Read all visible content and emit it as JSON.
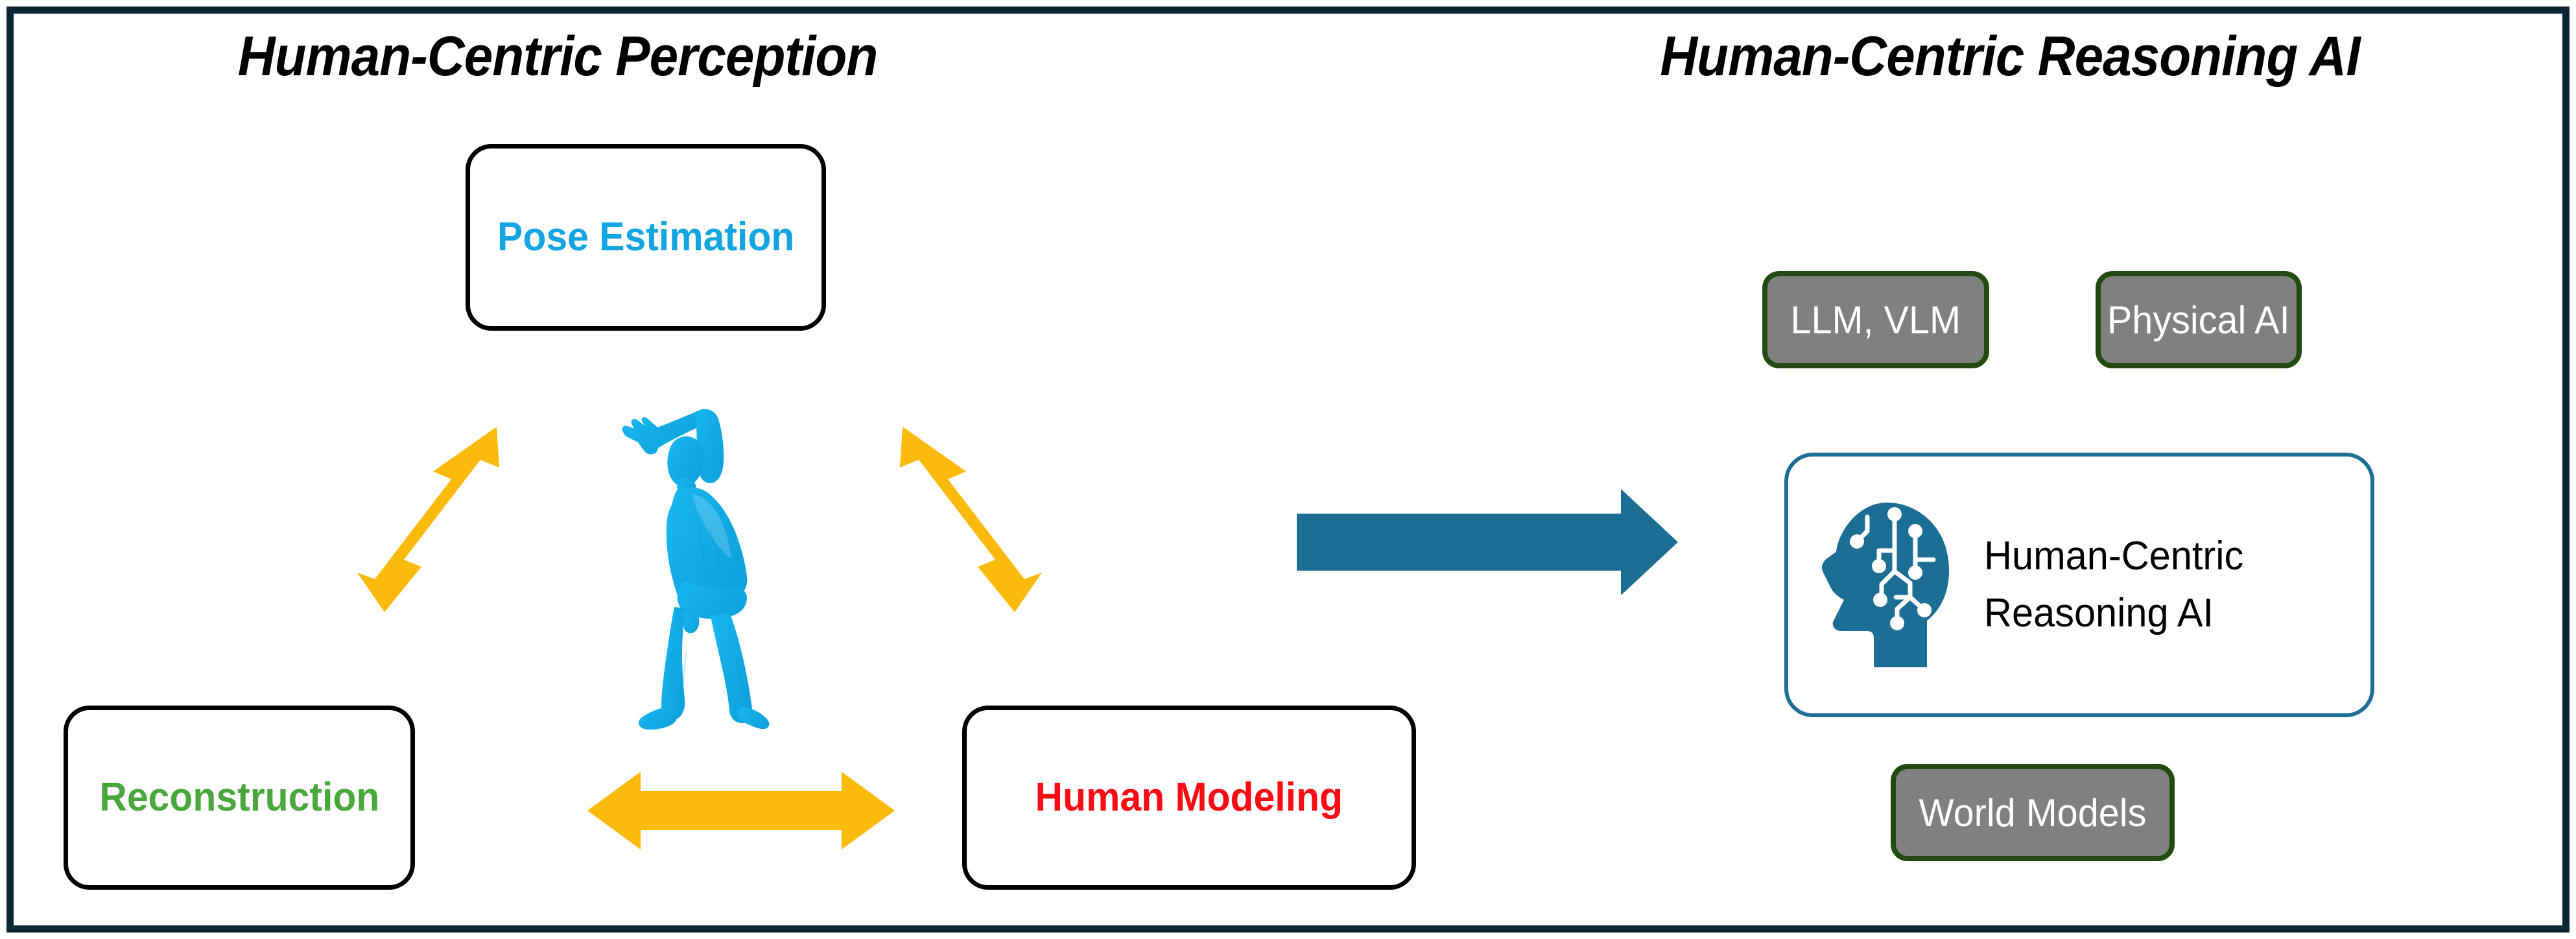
{
  "figure": {
    "frame_color": "#0c2734",
    "background": "#ffffff"
  },
  "left_section": {
    "title": "Human-Centric Perception",
    "boxes": [
      {
        "label": "Pose Estimation",
        "color": "#12a5e2",
        "name": "pose-estimation"
      },
      {
        "label": "Reconstruction",
        "color": "#4aa73c",
        "name": "reconstruction"
      },
      {
        "label": "Human Modeling",
        "color": "#fb0b14",
        "name": "human-modeling"
      }
    ],
    "center_figure": {
      "icon": "human-body-mesh",
      "color": "#1ab4e8",
      "description": "3D cyan human body mesh in side-bending stretch pose"
    },
    "connectors": [
      {
        "icon": "double-arrow-diagonal-ne",
        "color": "#fcba0c",
        "from": "Reconstruction",
        "to": "Pose Estimation"
      },
      {
        "icon": "double-arrow-diagonal-nw",
        "color": "#fcba0c",
        "from": "Human Modeling",
        "to": "Pose Estimation"
      },
      {
        "icon": "double-arrow-horizontal",
        "color": "#fcba0c",
        "from": "Reconstruction",
        "to": "Human Modeling"
      }
    ]
  },
  "transition": {
    "icon": "right-arrow",
    "color": "#1d6e94"
  },
  "right_section": {
    "title": "Human-Centric Reasoning AI",
    "pills": [
      {
        "label": "LLM, VLM",
        "name": "llm-vlm"
      },
      {
        "label": "Physical AI",
        "name": "physical-ai"
      },
      {
        "label": "World Models",
        "name": "world-models"
      }
    ],
    "pill_style": {
      "fill": "#808080",
      "border": "#234a11",
      "text": "#ffffff"
    },
    "card": {
      "icon": "brain-circuit-head-icon",
      "icon_color": "#1d6e94",
      "border_color": "#1d6e94",
      "line1": "Human-Centric",
      "line2": "Reasoning AI"
    }
  }
}
